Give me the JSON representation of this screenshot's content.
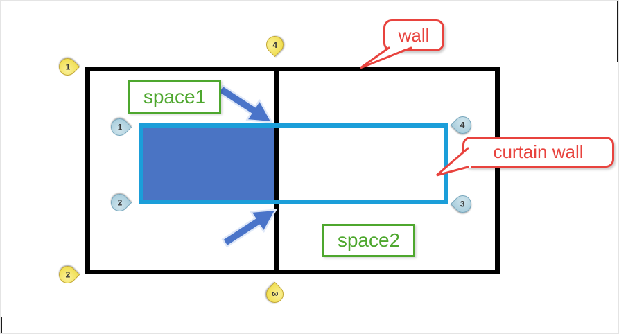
{
  "figure": {
    "space_labels": {
      "space1": "space1",
      "space2": "space2"
    },
    "callouts": {
      "wall": "wall",
      "curtain_wall": "curtain wall"
    },
    "wall_endpoint_pins": [
      {
        "position": "top-left",
        "label": "1"
      },
      {
        "position": "bottom-left",
        "label": "2"
      },
      {
        "position": "bottom-center",
        "label": "3"
      },
      {
        "position": "top-center",
        "label": "4"
      }
    ],
    "curtain_wall_endpoint_pins": [
      {
        "position": "left-top",
        "label": "1"
      },
      {
        "position": "left-bottom",
        "label": "2"
      },
      {
        "position": "right-bottom",
        "label": "3"
      },
      {
        "position": "right-top",
        "label": "4"
      }
    ],
    "colors": {
      "wall_line": "#000000",
      "curtain_wall_line": "#1b9ed9",
      "space_fill_blue": "#4a74c4",
      "space_label_green": "#4ea72e",
      "callout_red": "#e8433e",
      "wall_pin_yellow": "#eeda3a",
      "curtain_pin_blue": "#9ec7d8",
      "arrow_blue": "#4a74c9"
    }
  }
}
